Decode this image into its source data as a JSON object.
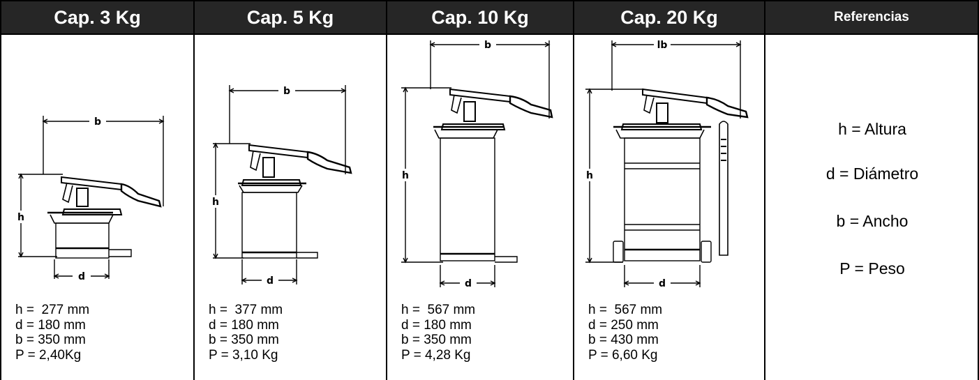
{
  "headers": [
    "Cap. 3 Kg",
    "Cap. 5 Kg",
    "Cap. 10 Kg",
    "Cap. 20 Kg",
    "Referencias"
  ],
  "products": [
    {
      "h": "h =  277 mm",
      "d": "d = 180 mm",
      "b": "b = 350 mm",
      "p": "P = 2,40Kg"
    },
    {
      "h": "h =  377 mm",
      "d": "d = 180 mm",
      "b": "b = 350 mm",
      "p": "P = 3,10 Kg"
    },
    {
      "h": "h =  567 mm",
      "d": "d = 180 mm",
      "b": "b = 350 mm",
      "p": "P = 4,28 Kg"
    },
    {
      "h": "h =  567 mm",
      "d": "d = 250 mm",
      "b": "b = 430 mm",
      "p": "P = 6,60 Kg"
    }
  ],
  "dimension_labels": {
    "b": "b",
    "b_alt": "lb",
    "h": "h",
    "d": "d"
  },
  "references": [
    "h = Altura",
    "d = Diámetro",
    "b = Ancho",
    "P = Peso"
  ]
}
